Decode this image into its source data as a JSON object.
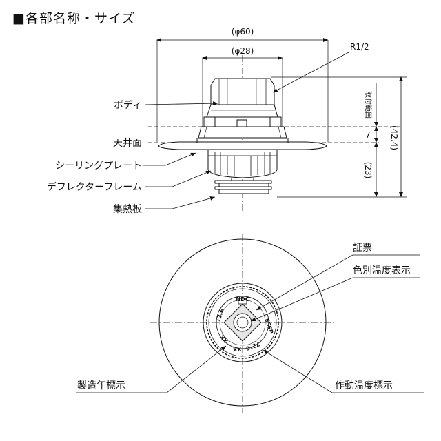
{
  "title": "■各部名称・サイズ",
  "side_view": {
    "dim_outer_diameter": "(φ60)",
    "dim_inner_diameter": "(φ28)",
    "dim_thread": "R1/2",
    "dim_total_height": "(42.4)",
    "dim_mount_depth": "7",
    "dim_lower_height": "(23)",
    "mount_range_label": "取付範囲",
    "labels": {
      "body": "ボディ",
      "ceiling": "天井面",
      "sealing_plate": "シーリングプレート",
      "deflector_frame": "デフレクターフレーム",
      "heat_plate": "集熱板"
    }
  },
  "bottom_view": {
    "labels": {
      "certificate": "証票",
      "color_temp": "色別温度表示",
      "year_mark": "製造年標示",
      "operating_temp": "作動温度標示"
    },
    "plate_marks": [
      "NDC",
      "ESSP",
      "72°C",
      "r2.6",
      "XK",
      "XX"
    ]
  }
}
